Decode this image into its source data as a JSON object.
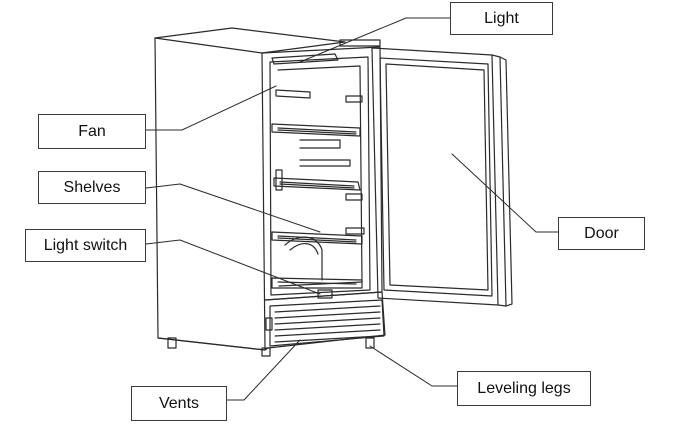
{
  "labels": {
    "light": "Light",
    "fan": "Fan",
    "shelves": "Shelves",
    "light_switch": "Light switch",
    "door": "Door",
    "leveling_legs": "Leveling legs",
    "vents": "Vents"
  },
  "colors": {
    "line": "#2b2b2b",
    "box_border": "#3a3a3a",
    "background": "#ffffff"
  }
}
